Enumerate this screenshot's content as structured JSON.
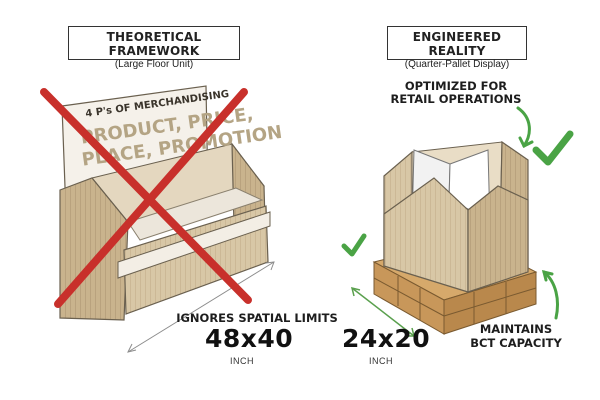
{
  "left_panel": {
    "title": "THEORETICAL FRAMEWORK",
    "subtitle": "(Large Floor Unit)",
    "header_small": "4 P's OF MERCHANDISING",
    "header_line1": "PRODUCT, PRICE,",
    "header_line2": "PLACE, PROMOTION",
    "callout": "IGNORES SPATIAL LIMITS",
    "dimension": "48x40",
    "unit": "INCH"
  },
  "right_panel": {
    "title": "ENGINEERED REALITY",
    "subtitle": "(Quarter-Pallet Display)",
    "callout_top_line1": "OPTIMIZED FOR",
    "callout_top_line2": "RETAIL OPERATIONS",
    "callout_bottom_line1": "MAINTAINS",
    "callout_bottom_line2": "BCT CAPACITY",
    "dimension": "24x20",
    "unit": "INCH"
  },
  "colors": {
    "cardboard": "#d9c8a8",
    "cardboard_dark": "#c5b28e",
    "red_x": "#c8302b",
    "check_green": "#4aa345",
    "pallet": "#c99a5f"
  }
}
